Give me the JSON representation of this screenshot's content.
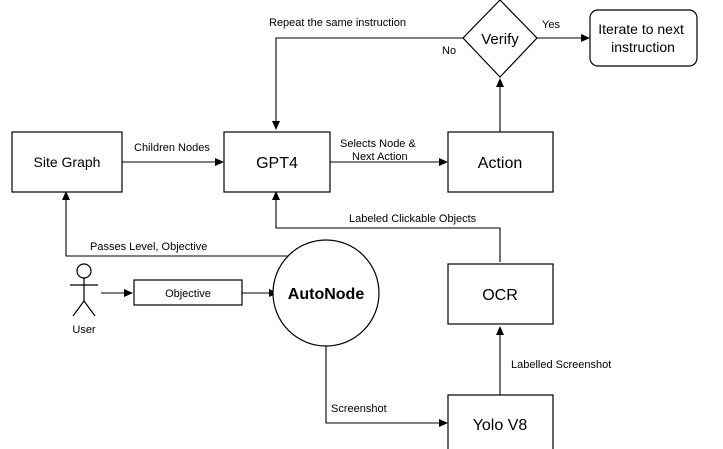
{
  "nodes": {
    "site_graph": "Site Graph",
    "gpt4": "GPT4",
    "action": "Action",
    "verify": "Verify",
    "iterate": [
      "Iterate to next",
      "instruction"
    ],
    "autonode": "AutoNode",
    "objective": "Objective",
    "ocr": "OCR",
    "yolo": "Yolo V8",
    "user": "User"
  },
  "edges": {
    "repeat": "Repeat the same instruction",
    "no": "No",
    "yes": "Yes",
    "children_nodes": "Children Nodes",
    "selects_node": [
      "Selects Node &",
      "Next Action"
    ],
    "labeled_clickable": "Labeled Clickable Objects",
    "passes_level": "Passes Level, Objective",
    "labelled_screenshot": "Labelled Screenshot",
    "screenshot": "Screenshot"
  }
}
